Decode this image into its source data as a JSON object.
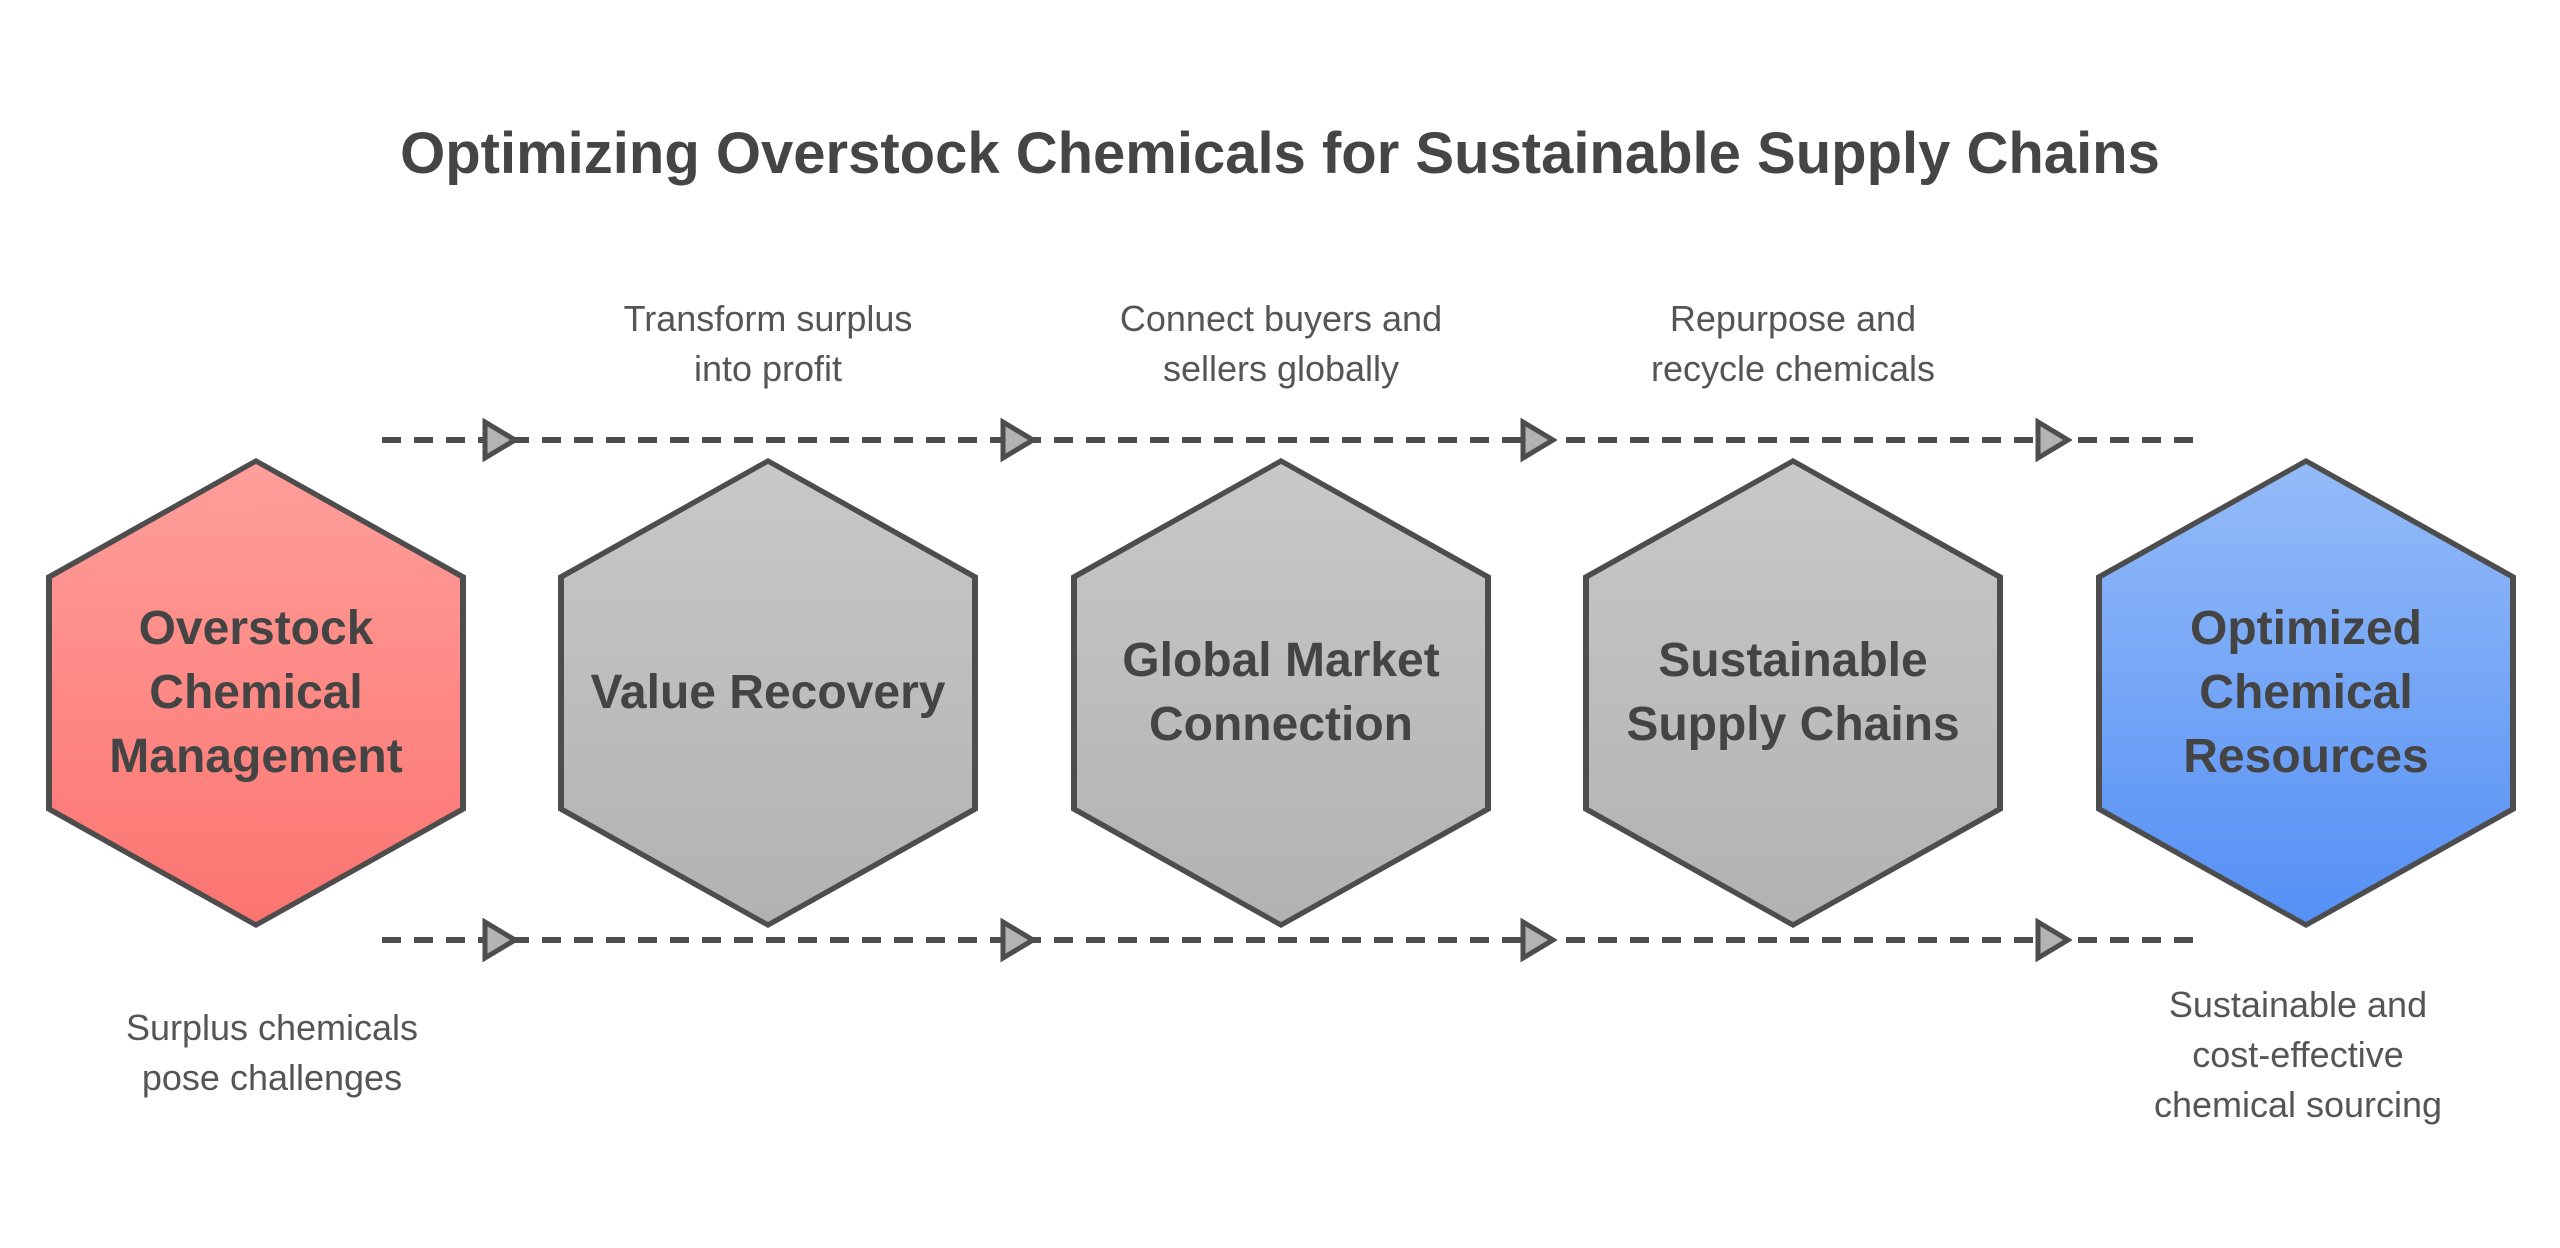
{
  "title": "Optimizing Overstock Chemicals for Sustainable Supply Chains",
  "flow": {
    "top_labels": [
      "Transform surplus\ninto profit",
      "Connect buyers and\nsellers globally",
      "Repurpose and\nrecycle chemicals"
    ]
  },
  "hexagons": [
    {
      "label": "Overstock\nChemical\nManagement",
      "theme": "red"
    },
    {
      "label": "Value Recovery",
      "theme": "gray"
    },
    {
      "label": "Global Market\nConnection",
      "theme": "gray"
    },
    {
      "label": "Sustainable\nSupply Chains",
      "theme": "gray"
    },
    {
      "label": "Optimized\nChemical\nResources",
      "theme": "blue"
    }
  ],
  "captions": {
    "start": "Surplus chemicals\npose challenges",
    "end": "Sustainable and\ncost-effective\nchemical sourcing"
  },
  "colors": {
    "title_text": "#454545",
    "label_text": "#555555",
    "hex_text": "#444444",
    "outline": "#4d4d4d",
    "arrow_fill": "#b3b3b3",
    "hex1_top": "#ff9e9a",
    "hex1_bottom": "#fc7470",
    "gray_top": "#c8c8c8",
    "gray_bottom": "#b2b2b2",
    "hex5_top": "#94bbf8",
    "hex5_bottom": "#5590f5"
  }
}
